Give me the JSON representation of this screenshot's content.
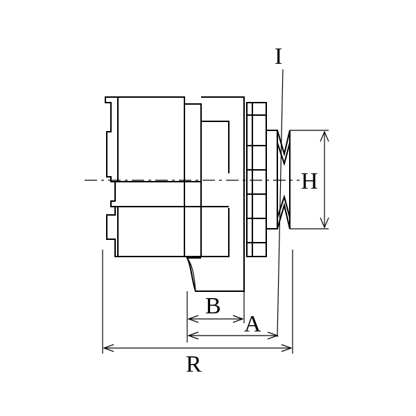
{
  "labels": {
    "I": "I",
    "H": "H",
    "B": "B",
    "A": "A",
    "R": "R"
  },
  "colors": {
    "line": "#000000",
    "background": "#ffffff"
  }
}
